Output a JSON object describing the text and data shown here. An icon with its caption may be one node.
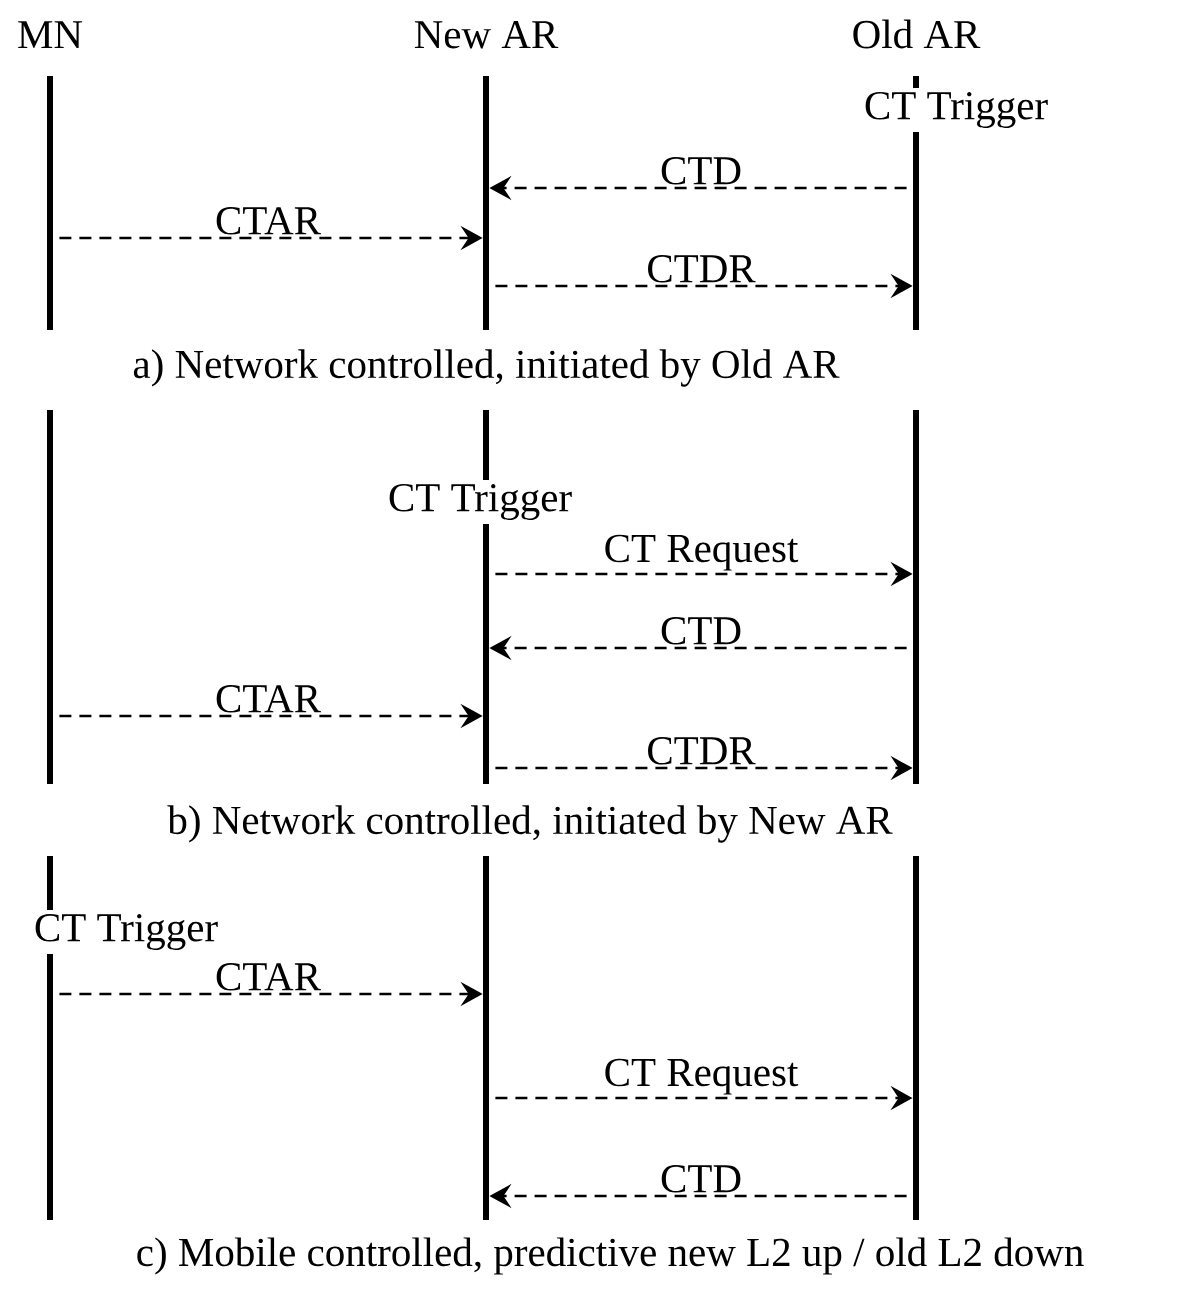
{
  "diagram": {
    "nodes": [
      {
        "text": [
          "MN"
        ]
      },
      {
        "text": [
          "New AR"
        ]
      },
      {
        "text": [
          "Old AR",
          "CT Trigger"
        ]
      },
      {
        "text": [],
        "shape": "bar"
      },
      {
        "text": [
          "CT Trigger"
        ]
      },
      {
        "text": [],
        "shape": "bar"
      },
      {
        "text": [
          "CT Trigger"
        ]
      },
      {
        "text": [],
        "shape": "bar"
      },
      {
        "text": [],
        "shape": "bar"
      }
    ],
    "edges": [
      {
        "from": 2,
        "to": 1,
        "arrow": "to",
        "label": "CTD",
        "style": "dashed"
      },
      {
        "from": 0,
        "to": 1,
        "arrow": "to",
        "label": "CTAR",
        "style": "dashed"
      },
      {
        "from": 1,
        "to": 2,
        "arrow": "to",
        "label": "CTDR",
        "style": "dashed"
      },
      {
        "from": 4,
        "to": 5,
        "arrow": "to",
        "label": "CT Request",
        "style": "dashed"
      },
      {
        "from": 5,
        "to": 4,
        "arrow": "to",
        "label": "CTD",
        "style": "dashed"
      },
      {
        "from": 3,
        "to": 4,
        "arrow": "to",
        "label": "CTAR",
        "style": "dashed"
      },
      {
        "from": 4,
        "to": 5,
        "arrow": "to",
        "label": "CTDR",
        "style": "dashed"
      },
      {
        "from": 6,
        "to": 7,
        "arrow": "to",
        "label": "CTAR",
        "style": "dashed"
      },
      {
        "from": 7,
        "to": 8,
        "arrow": "to",
        "label": "CT Request",
        "style": "dashed"
      },
      {
        "from": 8,
        "to": 7,
        "arrow": "to",
        "label": "CTD",
        "style": "dashed"
      }
    ],
    "labels": [
      "a) Network controlled, initiated by Old AR",
      "b) Network controlled, initiated by New AR",
      "c) Mobile controlled, predictive new L2 up / old L2 down"
    ]
  }
}
